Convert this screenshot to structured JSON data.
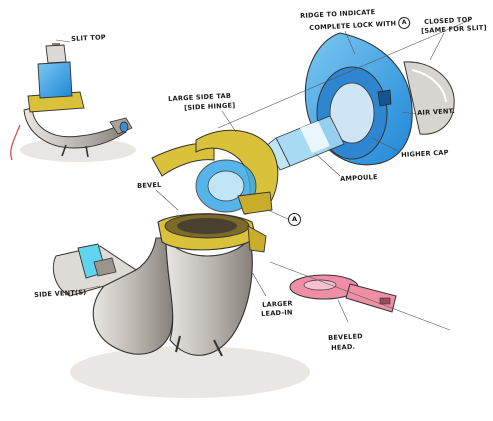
{
  "labels": {
    "slit_top": "SLIT TOP",
    "ridge_line1": "RIDGE TO INDICATE",
    "ridge_line2": "COMPLETE LOCK WITH",
    "ridge_ref": "A",
    "closed_top_line1": "CLOSED TOP",
    "closed_top_line2": "[SAME FOR SLIT]",
    "large_tab_line1": "LARGE SIDE TAB",
    "large_tab_line2": "[SIDE HINGE]",
    "air_vent": "AIR VENT.",
    "higher_cap": "HIGHER CAP",
    "ampoule": "AMPOULE",
    "bevel": "BEVEL",
    "callout_a": "A",
    "side_vents": "SIDE VENT(S)",
    "larger_lead_line1": "LARGER",
    "larger_lead_line2": "LEAD-IN",
    "beveled_line1": "BEVELED",
    "beveled_line2": "HEAD."
  },
  "colors": {
    "ink": "#1a1a1a",
    "yellow_part": "#d9c23a",
    "blue_part": "#3aa7e6",
    "body_grey": "#b6b2ad",
    "pink_part": "#ef8fa6",
    "cyan_vent": "#5fd3ef"
  }
}
